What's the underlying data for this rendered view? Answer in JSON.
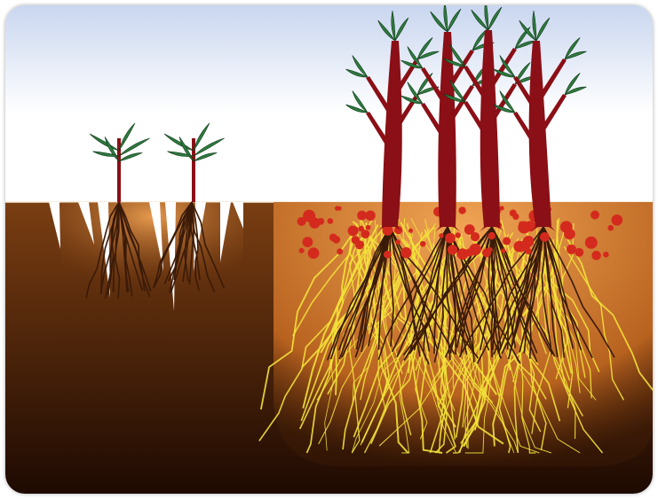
{
  "figure": {
    "panels": [
      {
        "id": "left-panel",
        "plants": 2,
        "soil": "compacted",
        "root_depth": "shallow"
      },
      {
        "id": "right-panel",
        "plants": 4,
        "soil": "aerated",
        "root_depth": "deep"
      }
    ]
  },
  "colors": {
    "sky_top": "#c9d6ef",
    "sky_bottom": "#ffffff",
    "soil_top": "#7a3e12",
    "soil_bottom": "#1e0a02",
    "left_pocket": "#e79a4e",
    "right_pocket": "#f0a454",
    "stem": "#8b0f16",
    "leaf": "#2f7a3e",
    "fine_roots": "#f3e23a",
    "dark_roots": "#3a1a08",
    "nodules": "#d42a1e",
    "cracks": "#ffffff"
  }
}
